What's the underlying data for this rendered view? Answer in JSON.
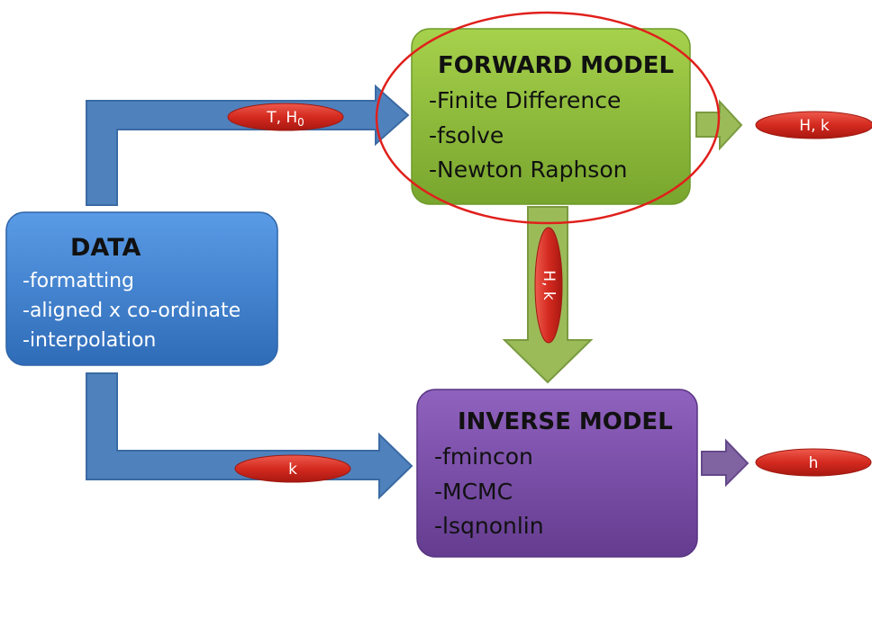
{
  "data_box": {
    "title": "DATA",
    "items": [
      "-formatting",
      "-aligned x co-ordinate",
      "-interpolation"
    ]
  },
  "forward_box": {
    "title": "FORWARD MODEL",
    "items": [
      "-Finite Difference",
      "-fsolve",
      "-Newton Raphson"
    ]
  },
  "inverse_box": {
    "title": "INVERSE MODEL",
    "items": [
      "-fmincon",
      "-MCMC",
      "-lsqnonlin"
    ]
  },
  "labels": {
    "data_to_forward": "T, H",
    "data_to_forward_sub": "0",
    "forward_output": "H, k",
    "forward_to_inverse": "H, k",
    "data_to_inverse": "k",
    "inverse_output": "h"
  },
  "colors": {
    "data_box": "#3d7fd3",
    "forward_box": "#8cbb3a",
    "inverse_box": "#7b4ea5",
    "blue_arrow": "#4f81bd",
    "green_arrow": "#9bbb59",
    "purple_arrow": "#8064a2",
    "label_pill": "#d42a20",
    "highlight_ellipse": "#e0201c"
  }
}
